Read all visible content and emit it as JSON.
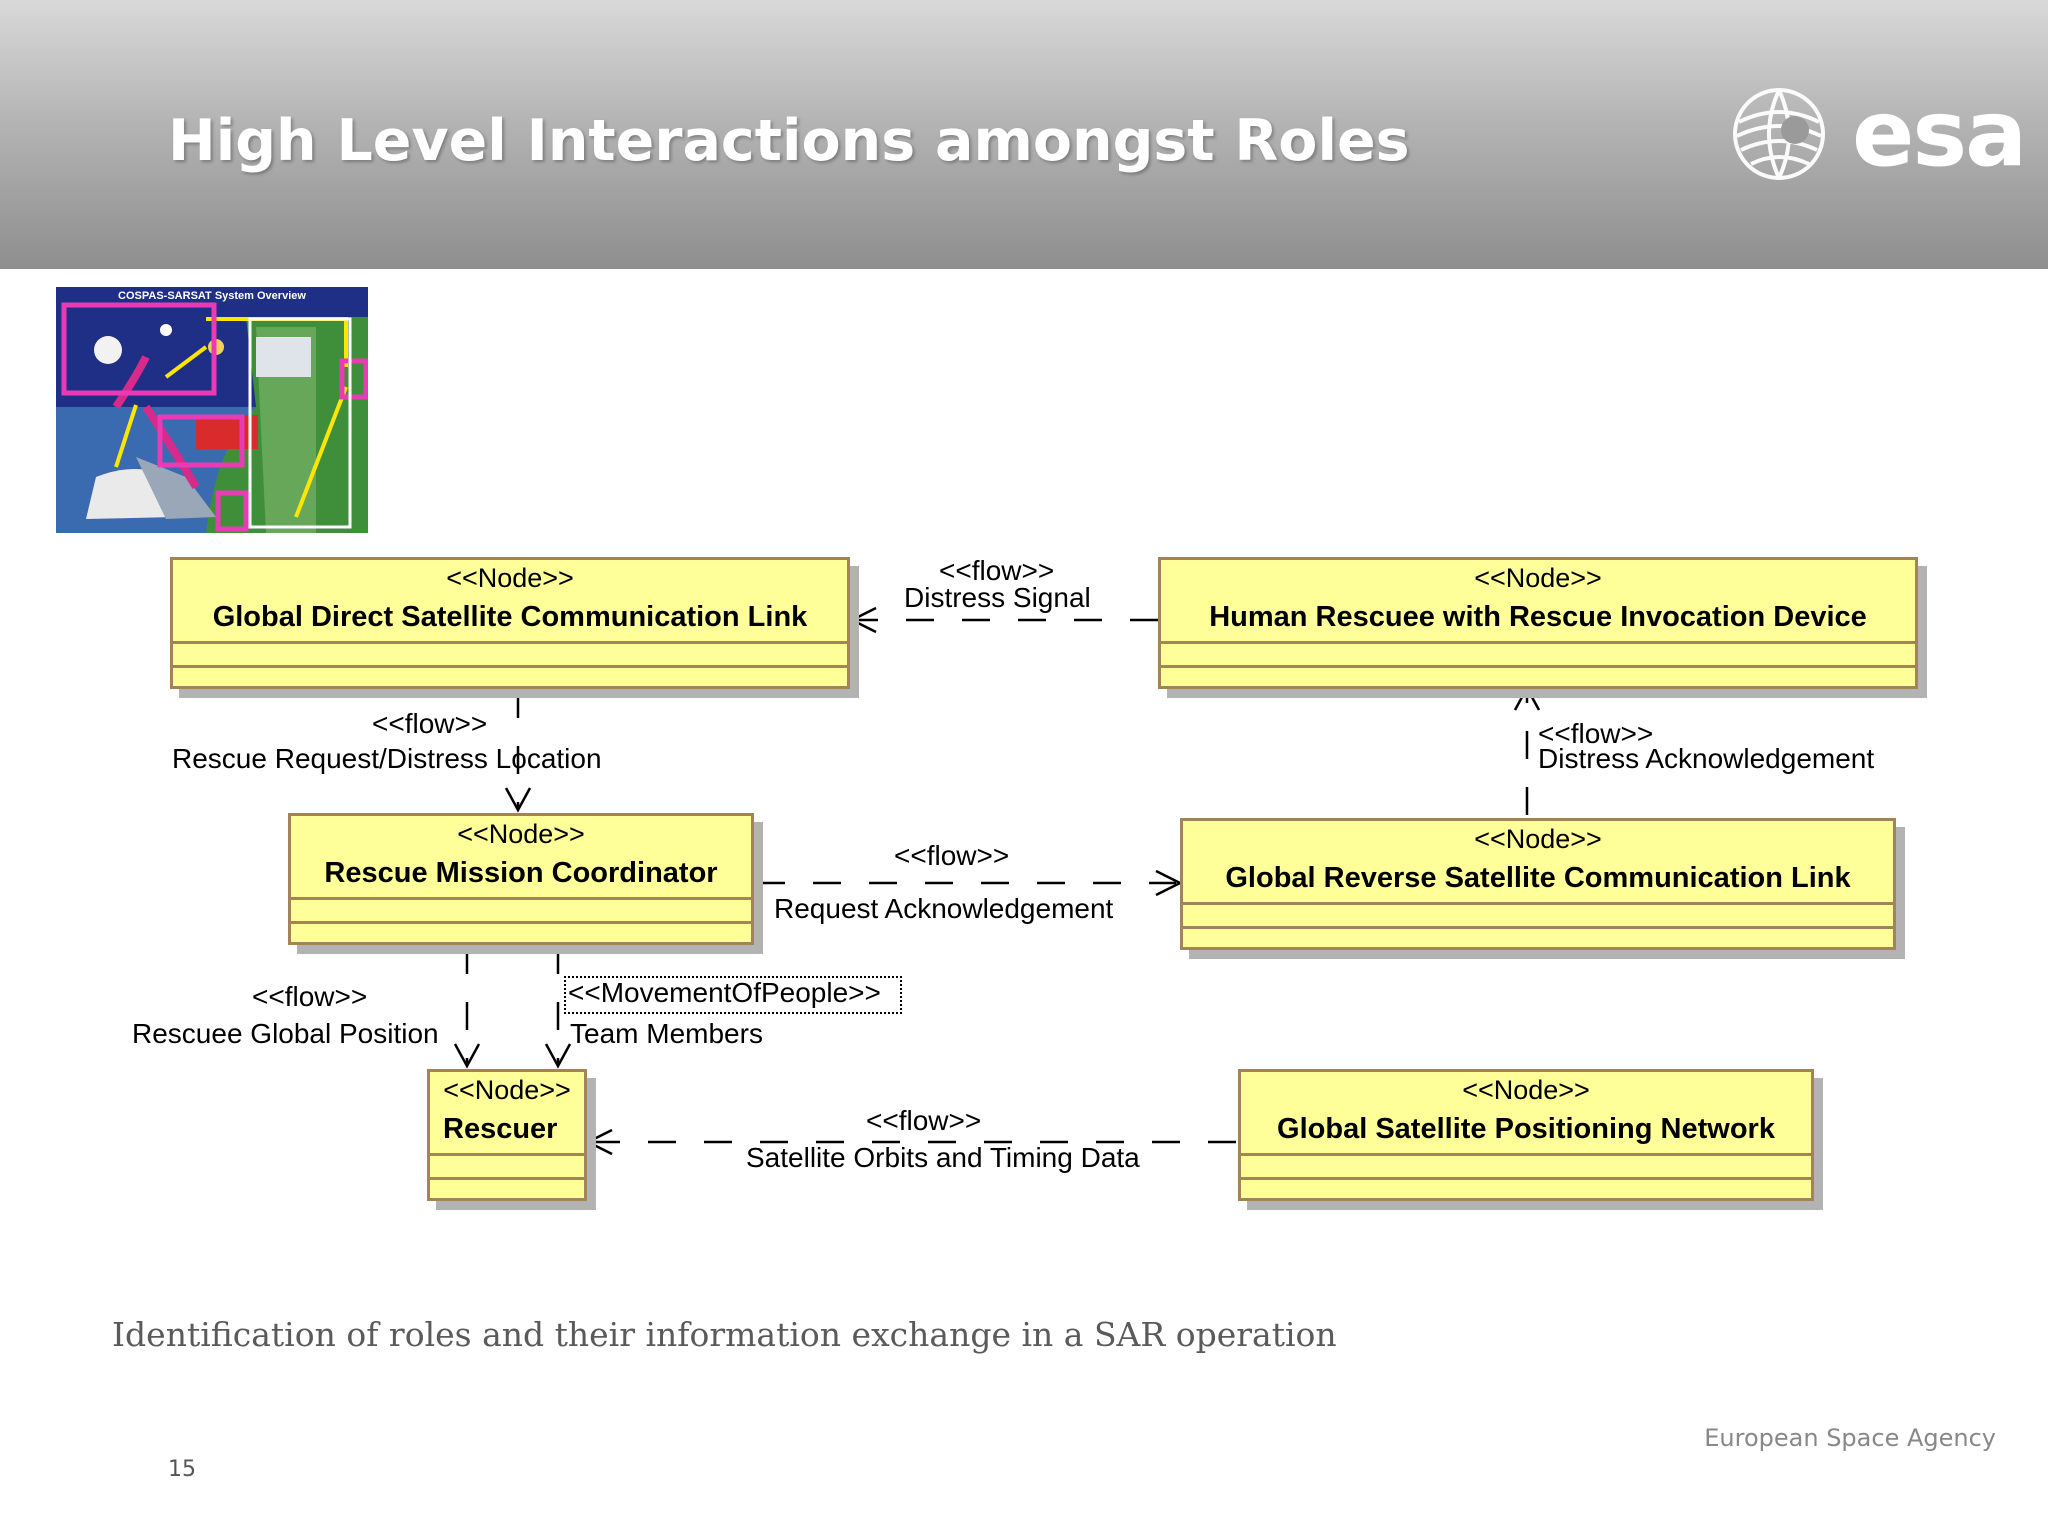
{
  "slide": {
    "title": "High Level Interactions amongst Roles",
    "caption": "Identification of roles and their information exchange in a SAR operation",
    "footer": "European Space Agency",
    "page_number": "15",
    "logo_text": "esa"
  },
  "thumbnail": {
    "title": "COSPAS-SARSAT System Overview"
  },
  "nodes": {
    "gdscl": {
      "stereotype": "<<Node>>",
      "name": "Global Direct Satellite Communication Link"
    },
    "human_rescuee": {
      "stereotype": "<<Node>>",
      "name": "Human Rescuee with Rescue Invocation Device"
    },
    "rmc": {
      "stereotype": "<<Node>>",
      "name": "Rescue Mission Coordinator"
    },
    "grscl": {
      "stereotype": "<<Node>>",
      "name": "Global Reverse Satellite Communication Link"
    },
    "rescuer": {
      "stereotype": "<<Node>>",
      "name": "Rescuer"
    },
    "gspn": {
      "stereotype": "<<Node>>",
      "name": "Global Satellite Positioning Network"
    }
  },
  "flows": {
    "distress_signal": {
      "stereotype": "<<flow>>",
      "label": "Distress Signal"
    },
    "rescue_request": {
      "stereotype": "<<flow>>",
      "label": "Rescue Request/Distress Location"
    },
    "distress_ack": {
      "stereotype": "<<flow>>",
      "label": "Distress Acknowledgement"
    },
    "request_ack": {
      "stereotype": "<<flow>>",
      "label": "Request Acknowledgement"
    },
    "rescuee_position": {
      "stereotype": "<<flow>>",
      "label": "Rescuee Global Position"
    },
    "team_members": {
      "stereotype": "<<MovementOfPeople>>",
      "label": "Team Members"
    },
    "orbits_timing": {
      "stereotype": "<<flow>>",
      "label": "Satellite Orbits and Timing Data"
    }
  },
  "colors": {
    "node_fill": "#ffff99",
    "node_border": "#a3845a",
    "highlight": "#e83bb5",
    "arrow_yellow": "#ffe600"
  }
}
